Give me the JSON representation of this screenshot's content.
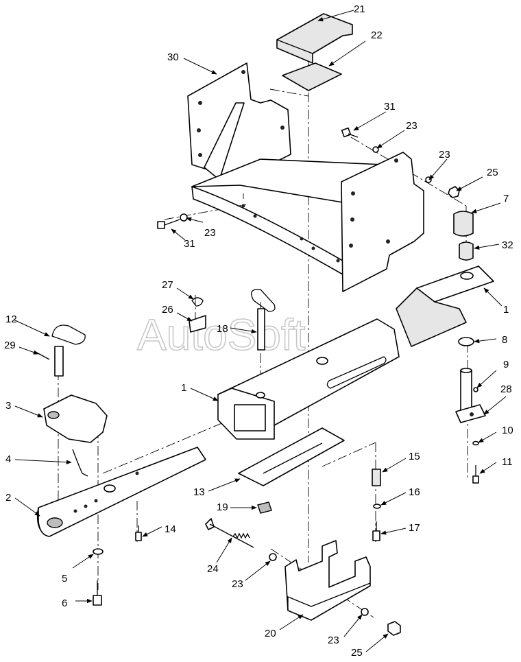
{
  "watermark": "AutoSoft",
  "callouts": {
    "c1a": "1",
    "c1b": "1",
    "c2": "2",
    "c3": "3",
    "c4": "4",
    "c5": "5",
    "c6": "6",
    "c7": "7",
    "c8": "8",
    "c9": "9",
    "c10": "10",
    "c11": "11",
    "c12": "12",
    "c13": "13",
    "c14": "14",
    "c15": "15",
    "c16": "16",
    "c17": "17",
    "c18": "18",
    "c19": "19",
    "c20": "20",
    "c21": "21",
    "c22": "22",
    "c23a": "23",
    "c23b": "23",
    "c23c": "23",
    "c23d": "23",
    "c23e": "23",
    "c24": "24",
    "c25a": "25",
    "c25b": "25",
    "c26": "26",
    "c27": "27",
    "c28": "28",
    "c29": "29",
    "c30": "30",
    "c31a": "31",
    "c31b": "31",
    "c32": "32"
  }
}
